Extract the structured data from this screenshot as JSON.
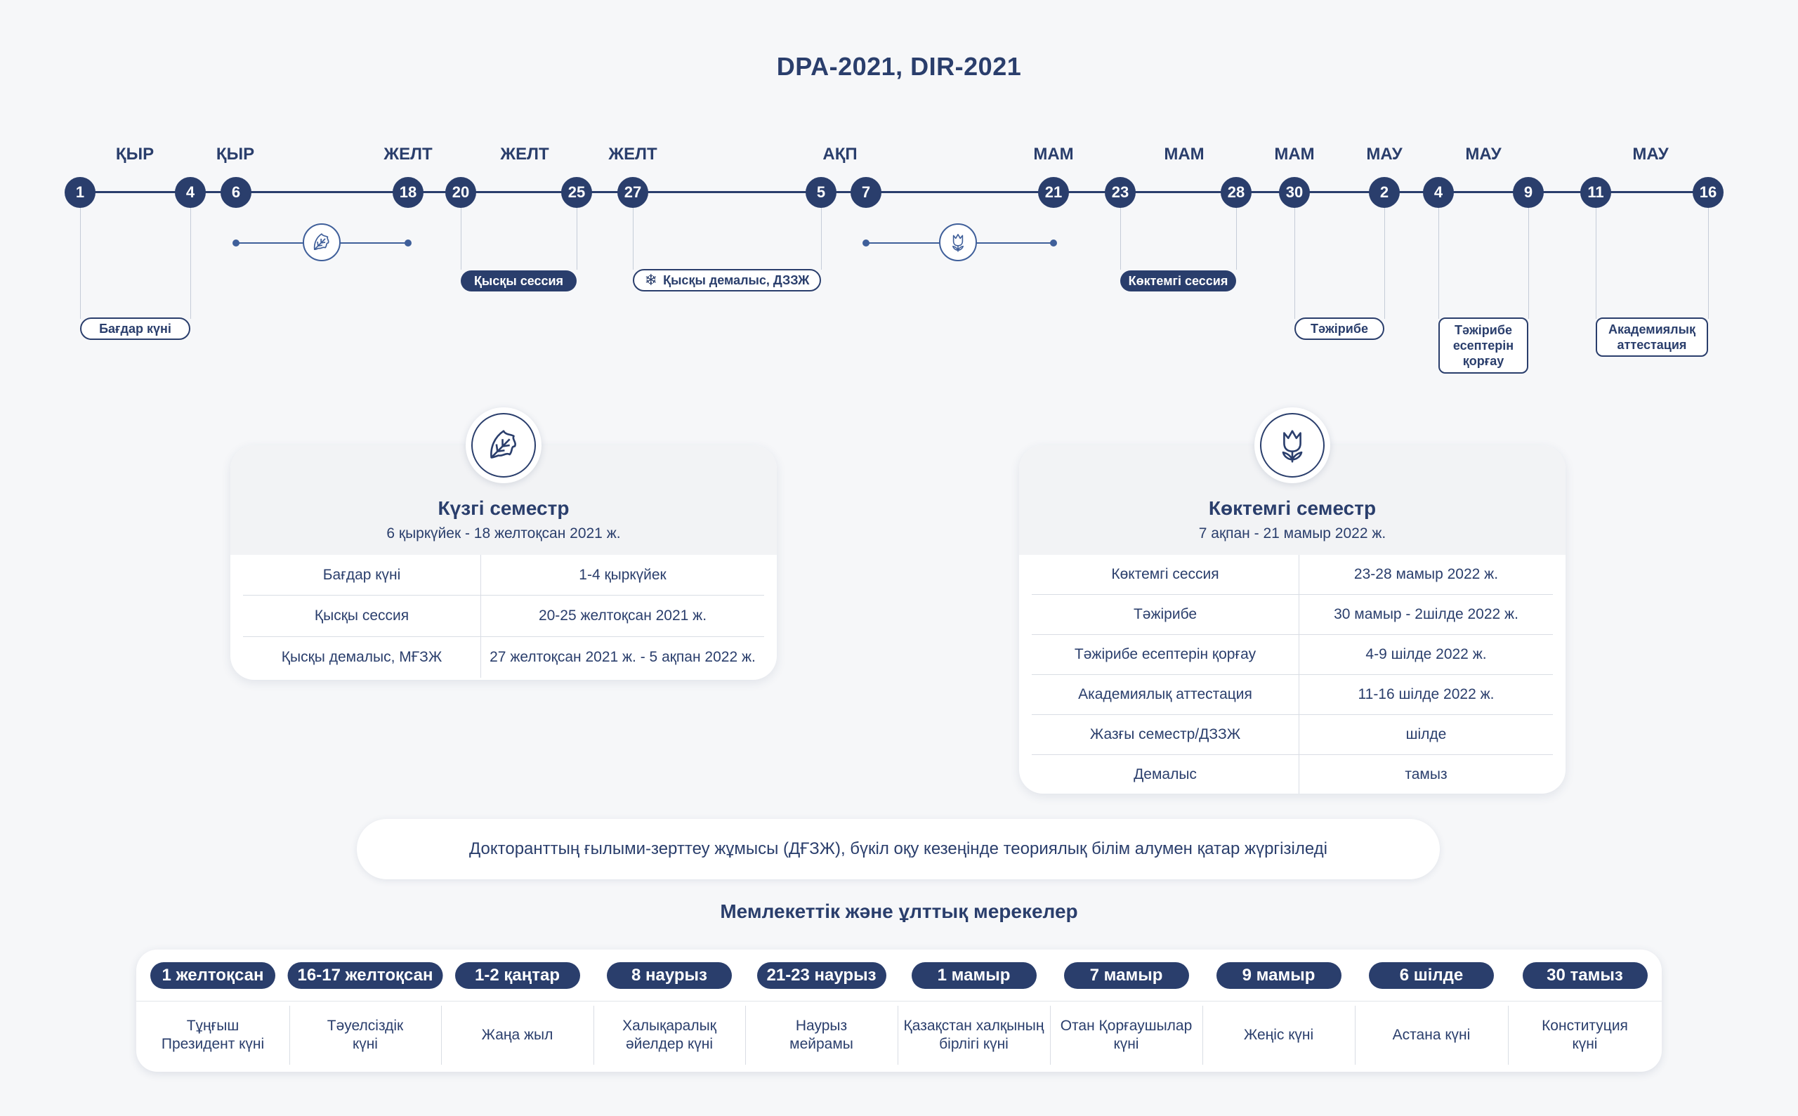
{
  "title": "DPA-2021, DIR-2021",
  "timeline": {
    "months": [
      "ҚЫР",
      "ҚЫР",
      "ЖЕЛТ",
      "ЖЕЛТ",
      "ЖЕЛТ",
      "АҚП",
      "МАМ",
      "МАМ",
      "МАМ",
      "МАУ",
      "МАУ",
      "МАУ"
    ],
    "days": [
      "1",
      "4",
      "6",
      "18",
      "20",
      "25",
      "27",
      "5",
      "7",
      "21",
      "23",
      "28",
      "30",
      "2",
      "4",
      "9",
      "11",
      "16"
    ],
    "events": {
      "orientation": "Бағдар күні",
      "winter_session": "Қысқы сессия",
      "winter_break": "Қысқы демалыс, ДЗЗЖ",
      "spring_session": "Көктемгі сессия",
      "practice": "Тәжірибе",
      "practice_defense": "Тәжірибе\nесептерін\nқорғау",
      "attestation": "Академиялық\nаттестация"
    },
    "icons": [
      "leaf-icon",
      "tulip-icon",
      "snowflake-icon"
    ]
  },
  "autumn": {
    "title": "Күзгі семестр",
    "subtitle": "6 қыркүйек - 18 желтоқсан 2021 ж.",
    "rows": [
      [
        "Бағдар күні",
        "1-4 қыркүйек"
      ],
      [
        "Қысқы сессия",
        "20-25 желтоқсан 2021 ж."
      ],
      [
        "Қысқы демалыс, МҒЗЖ",
        "27 желтоқсан 2021 ж. - 5 ақпан 2022 ж."
      ]
    ]
  },
  "spring": {
    "title": "Көктемгі семестр",
    "subtitle": "7 ақпан - 21 мамыр 2022 ж.",
    "rows": [
      [
        "Көктемгі сессия",
        "23-28 мамыр 2022 ж."
      ],
      [
        "Тәжірибе",
        "30 мамыр - 2шілде 2022 ж."
      ],
      [
        "Тәжірибе есептерін қорғау",
        "4-9 шілде 2022 ж."
      ],
      [
        "Академиялық аттестация",
        "11-16 шілде 2022 ж."
      ],
      [
        "Жазғы семестр/ДЗЗЖ",
        "шілде"
      ],
      [
        "Демалыс",
        "тамыз"
      ]
    ]
  },
  "note": "Докторанттың ғылыми-зерттеу жұмысы (ДҒЗЖ), бүкіл оқу кезеңінде теориялық білім алумен қатар жүргізіледі",
  "holidays_title": "Мемлекеттік және ұлттық мерекелер",
  "holidays": [
    {
      "date": "1 желтоқсан",
      "name": "Тұңғыш\nПрезидент күні"
    },
    {
      "date": "16-17 желтоқсан",
      "name": "Тәуелсіздік\nкүні"
    },
    {
      "date": "1-2 қаңтар",
      "name": "Жаңа жыл"
    },
    {
      "date": "8 наурыз",
      "name": "Халықаралық\nәйелдер күні"
    },
    {
      "date": "21-23 наурыз",
      "name": "Наурыз\nмейрамы"
    },
    {
      "date": "1 мамыр",
      "name": "Қазақстан халқының\nбірлігі күні"
    },
    {
      "date": "7 мамыр",
      "name": "Отан Қорғаушылар\nкүні"
    },
    {
      "date": "9 мамыр",
      "name": "Жеңіс күні"
    },
    {
      "date": "6 шілде",
      "name": "Астана күні"
    },
    {
      "date": "30 тамыз",
      "name": "Конституция\nкүні"
    }
  ],
  "colors": {
    "primary": "#2a3e6c",
    "accent": "#3f5f9a",
    "background": "#f6f7f9"
  }
}
